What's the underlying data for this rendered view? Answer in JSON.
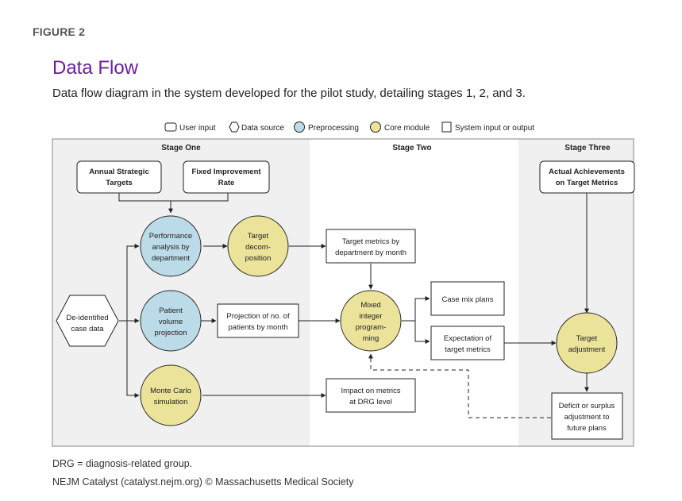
{
  "figure_label": "FIGURE 2",
  "title": "Data Flow",
  "subtitle": "Data flow diagram in the system developed for the pilot study, detailing stages 1, 2, and 3.",
  "colors": {
    "title": "#6a1fa0",
    "preprocessing": "#bcdbe8",
    "core_module": "#ece39a",
    "stage_gray": "#f0f0f0",
    "stroke": "#222222"
  },
  "legend": [
    {
      "shape": "rounded-rect",
      "label": "User input"
    },
    {
      "shape": "hexagon",
      "label": "Data source"
    },
    {
      "shape": "circle-blue",
      "label": "Preprocessing"
    },
    {
      "shape": "circle-yellow",
      "label": "Core module"
    },
    {
      "shape": "square",
      "label": "System input or output"
    }
  ],
  "stages": {
    "one": "Stage One",
    "two": "Stage Two",
    "three": "Stage Three"
  },
  "nodes": {
    "annual_targets": [
      "Annual Strategic",
      "Targets"
    ],
    "fixed_rate": [
      "Fixed Improvement",
      "Rate"
    ],
    "performance": [
      "Performance",
      "analysis by",
      "department"
    ],
    "decomposition": [
      "Target",
      "decom-",
      "position"
    ],
    "case_data": [
      "De-identified",
      "case data"
    ],
    "patient_volume": [
      "Patient",
      "volume",
      "projection"
    ],
    "projection_box": [
      "Projection of no. of",
      "patients by month"
    ],
    "monte_carlo": [
      "Monte Carlo",
      "simulation"
    ],
    "target_metrics_box": [
      "Target metrics by",
      "department by month"
    ],
    "mip": [
      "Mixed",
      "integer",
      "program-",
      "ming"
    ],
    "case_mix": [
      "Case mix plans"
    ],
    "expectation": [
      "Expectation of",
      "target metrics"
    ],
    "impact": [
      "Impact on metrics",
      "at DRG level"
    ],
    "actual": [
      "Actual Achievements",
      "on Target Metrics"
    ],
    "target_adjustment": [
      "Target",
      "adjustment"
    ],
    "deficit": [
      "Deficit or surplus",
      "adjustment to",
      "future plans"
    ]
  },
  "footnote": "DRG = diagnosis-related group.",
  "credit": "NEJM Catalyst (catalyst.nejm.org) © Massachusetts Medical Society"
}
